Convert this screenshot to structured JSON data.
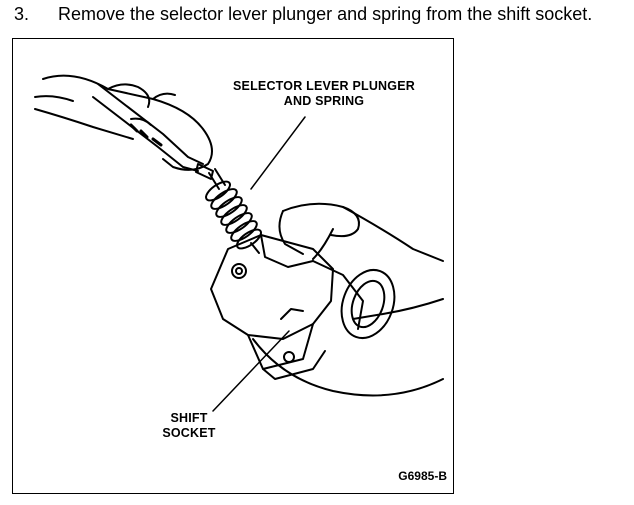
{
  "step": {
    "number": "3.",
    "text": "Remove the selector lever plunger and spring from the shift socket."
  },
  "figure": {
    "callout_plunger_line1": "SELECTOR LEVER PLUNGER",
    "callout_plunger_line2": "AND SPRING",
    "callout_socket_line1": "SHIFT",
    "callout_socket_line2": "SOCKET",
    "figure_code": "G6985-B"
  }
}
